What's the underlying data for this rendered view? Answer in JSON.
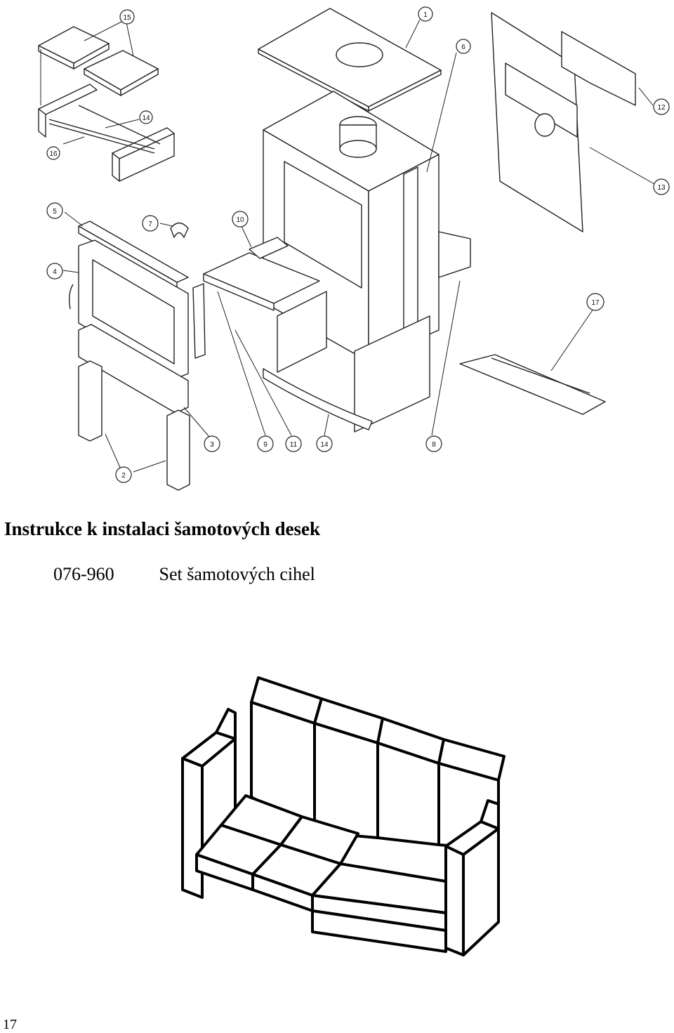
{
  "page": {
    "heading": "Instrukce k instalaci šamotových desek",
    "part_code": "076-960",
    "part_name": "Set šamotových cihel",
    "page_number": "17"
  },
  "diagram": {
    "callouts": [
      "1",
      "2",
      "3",
      "4",
      "5",
      "6",
      "7",
      "8",
      "9",
      "10",
      "11",
      "12",
      "13",
      "14",
      "14",
      "15",
      "16",
      "17"
    ]
  }
}
